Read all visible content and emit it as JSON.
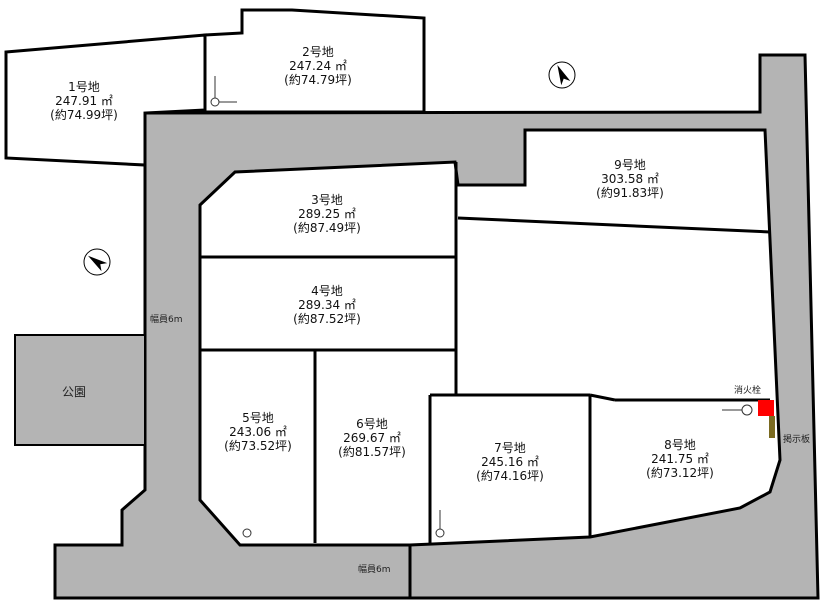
{
  "lots": [
    {
      "name": "1号地",
      "area": "247.91 ㎡",
      "tsubo": "(約74.99坪)"
    },
    {
      "name": "2号地",
      "area": "247.24 ㎡",
      "tsubo": "(約74.79坪)"
    },
    {
      "name": "3号地",
      "area": "289.25 ㎡",
      "tsubo": "(約87.49坪)"
    },
    {
      "name": "4号地",
      "area": "289.34 ㎡",
      "tsubo": "(約87.52坪)"
    },
    {
      "name": "5号地",
      "area": "243.06 ㎡",
      "tsubo": "(約73.52坪)"
    },
    {
      "name": "6号地",
      "area": "269.67 ㎡",
      "tsubo": "(約81.57坪)"
    },
    {
      "name": "7号地",
      "area": "245.16 ㎡",
      "tsubo": "(約74.16坪)"
    },
    {
      "name": "8号地",
      "area": "241.75 ㎡",
      "tsubo": "(約73.12坪)"
    },
    {
      "name": "9号地",
      "area": "303.58 ㎡",
      "tsubo": "(約91.83坪)"
    }
  ],
  "labels": {
    "park": "公園",
    "road_width_left": "幅員6m",
    "road_width_bottom": "幅員6m",
    "hydrant": "消火栓",
    "notice_board": "掲示板"
  },
  "icons": [
    "north-arrow-icon",
    "north-arrow-icon"
  ],
  "colors": {
    "road": "#b4b4b4",
    "park": "#b4b4b4",
    "hydrant": "#ff0000",
    "notice_board": "#7a6a20"
  }
}
